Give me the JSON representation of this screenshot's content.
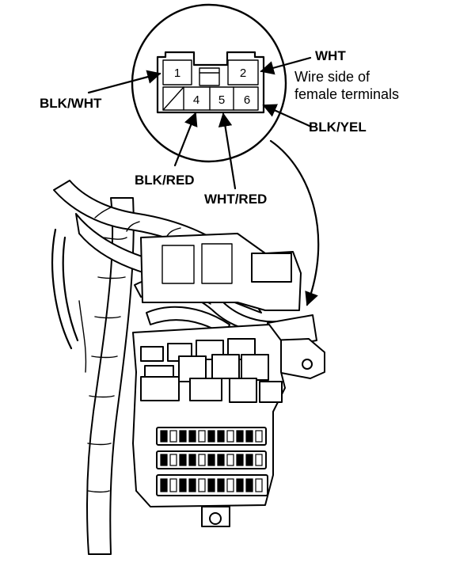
{
  "connector": {
    "pins": [
      {
        "number": "1"
      },
      {
        "number": "2"
      },
      {
        "number": "4"
      },
      {
        "number": "5"
      },
      {
        "number": "6"
      }
    ]
  },
  "labels": {
    "wht": "WHT",
    "blk_wht": "BLK/WHT",
    "blk_yel": "BLK/YEL",
    "blk_red": "BLK/RED",
    "wht_red": "WHT/RED"
  },
  "note": {
    "line1": "Wire side of",
    "line2": "female terminals"
  }
}
